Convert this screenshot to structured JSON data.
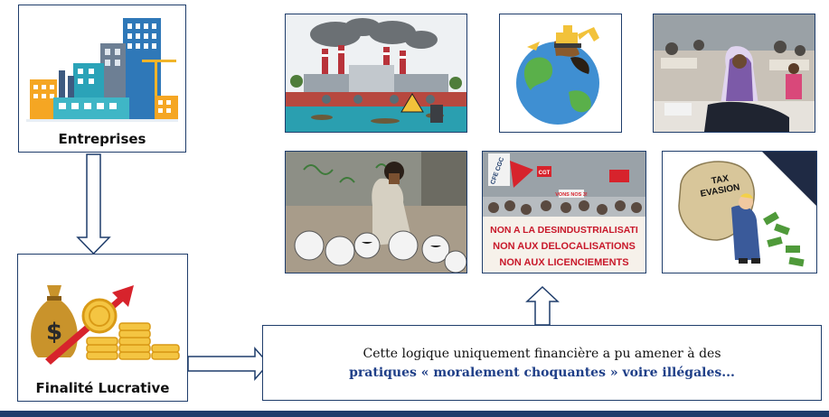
{
  "boxes": {
    "entreprises": {
      "label": "Entreprises",
      "icon": "city-buildings-icon"
    },
    "finalite": {
      "label": "Finalité Lucrative",
      "icon": "money-bag-growth-icon"
    }
  },
  "message": {
    "line1": "Cette logique uniquement financière a pu amener à des",
    "line2": "pratiques « moralement choquantes » voire illégales..."
  },
  "photos": {
    "factory_pollution": "factory-pollution-image",
    "globe_excavator": "earth-excavator-image",
    "textile_workers": "textile-workshop-image",
    "child_labor": "child-stitching-footballs-image",
    "protest": {
      "icon": "protest-march-image",
      "flags": [
        "CFE CGC",
        "CGT"
      ],
      "banner": [
        "NON A LA DESINDUSTRIALISATI",
        "NON AUX DELOCALISATIONS",
        "NON AUX LICENCIEMENTS"
      ],
      "sign": "VONS NOS 3!"
    },
    "tax_evasion": {
      "icon": "tax-evasion-cartoon-image",
      "sack_text": [
        "TAX",
        "EVASION"
      ]
    }
  },
  "colors": {
    "frame": "#1f3d6b",
    "highlight": "#1f3f88",
    "bottom_bar": "#1f3d6b"
  }
}
